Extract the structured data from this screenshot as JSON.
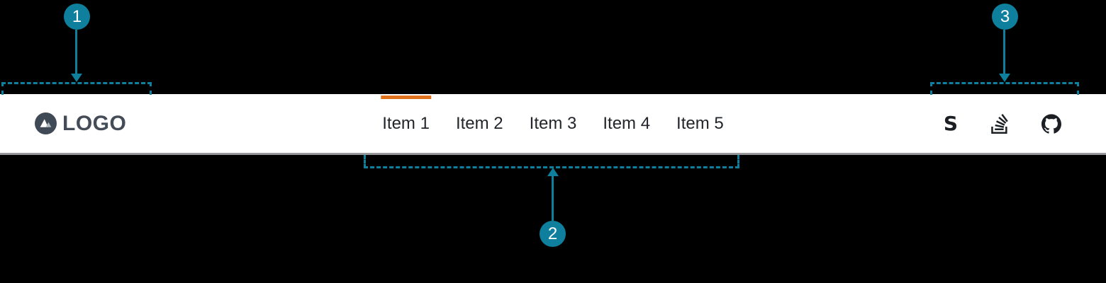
{
  "navbar": {
    "logo": {
      "text": "LOGO"
    },
    "items": [
      {
        "label": "Item 1",
        "active": true
      },
      {
        "label": "Item 2",
        "active": false
      },
      {
        "label": "Item 3",
        "active": false
      },
      {
        "label": "Item 4",
        "active": false
      },
      {
        "label": "Item 5",
        "active": false
      }
    ],
    "icons": [
      {
        "name": "s-logo-icon",
        "glyph": "S"
      },
      {
        "name": "stackoverflow-icon"
      },
      {
        "name": "github-icon"
      }
    ]
  },
  "annotations": [
    {
      "number": "1",
      "target": "logo-region"
    },
    {
      "number": "2",
      "target": "nav-items-region"
    },
    {
      "number": "3",
      "target": "icons-region"
    }
  ],
  "colors": {
    "page_bg": "#000000",
    "navbar_bg": "#ffffff",
    "navbar_border": "#98989a",
    "annotation_teal": "#0e809d",
    "active_orange": "#e2711d",
    "logo_slate": "#434c57",
    "icon_black": "#1b1f23"
  }
}
